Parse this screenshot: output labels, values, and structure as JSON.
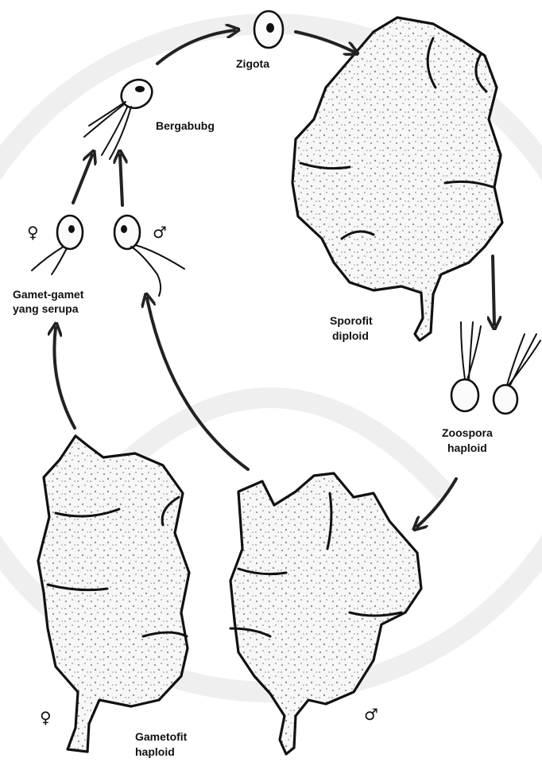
{
  "labels": {
    "zigota": "Zigota",
    "bergabung": "Bergabubg",
    "gamet_line1": "Gamet-gamet",
    "gamet_line2": "yang serupa",
    "sporofit_line1": "Sporofit",
    "sporofit_line2": "diploid",
    "zoospora_line1": "Zoospora",
    "zoospora_line2": "haploid",
    "gametofit_line1": "Gametofit",
    "gametofit_line2": "haploid"
  },
  "symbols": {
    "female": "♀",
    "male": "♂"
  },
  "colors": {
    "ink": "#111111",
    "paper": "#ffffff"
  }
}
